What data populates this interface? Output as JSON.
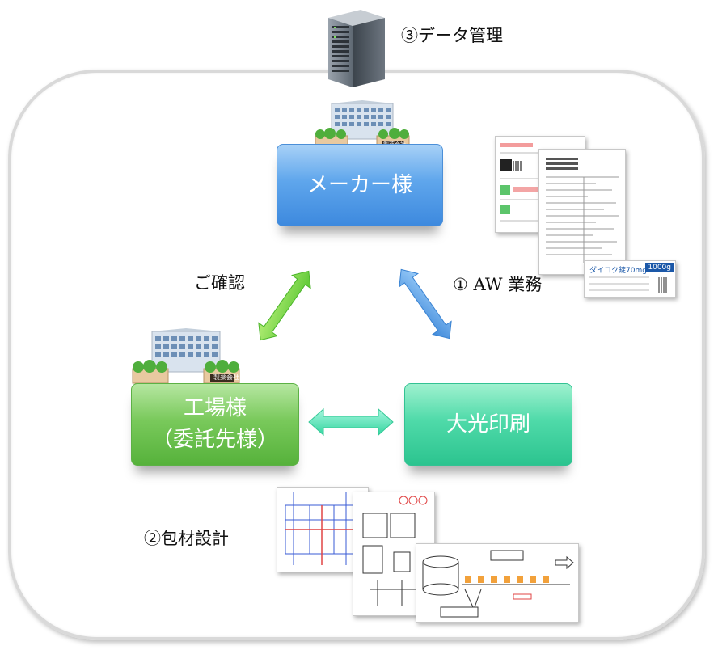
{
  "labels": {
    "data_management": "③データ管理",
    "confirmation": "ご確認",
    "aw_business": "①  AW 業務",
    "packaging_design": "②包材設計"
  },
  "boxes": {
    "maker": "メーカー様",
    "factory_line1": "工場様",
    "factory_line2": "（委託先様）",
    "taiko": "大光印刷"
  },
  "building_sign": "製薬会社",
  "document_text": {
    "product_large": "1000g",
    "product_name": "ダイコク錠70mg"
  },
  "colors": {
    "maker_box": "#5fa6ec",
    "factory_box": "#79c95b",
    "taiko_box": "#4fdaa9",
    "arrow_green": "#7ed84a",
    "arrow_blue": "#5aa2e8",
    "arrow_teal": "#4fe0b5",
    "frame": "#d9d9d9"
  }
}
